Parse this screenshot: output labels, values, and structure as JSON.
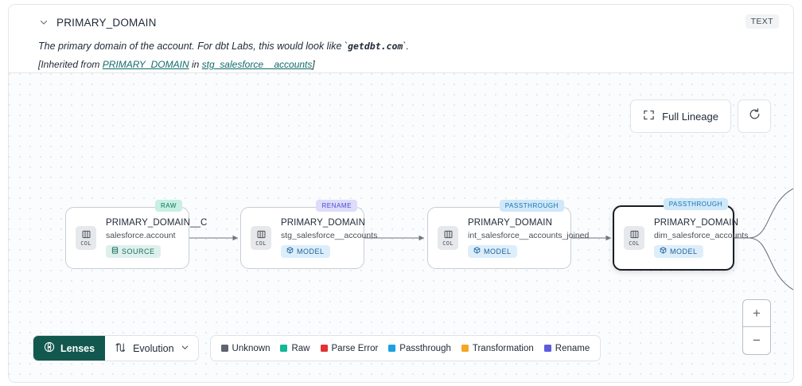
{
  "header": {
    "chevron_icon": "chevron-down-icon",
    "column_name": "PRIMARY_DOMAIN",
    "type_badge": "TEXT",
    "description_prefix": "The primary domain of the account. For dbt Labs, this would look like `",
    "description_code": "getdbt.com",
    "description_suffix": "`.",
    "inherited_prefix": "[Inherited from ",
    "inherited_link": "PRIMARY_DOMAIN",
    "inherited_mid": " in ",
    "inherited_source": "stg_salesforce__accounts",
    "inherited_suffix": "]"
  },
  "controls": {
    "full_lineage_label": "Full Lineage",
    "full_lineage_icon": "expand-icon",
    "refresh_icon": "refresh-icon",
    "zoom_in": "+",
    "zoom_out": "−"
  },
  "graph": {
    "nodes": [
      {
        "pill": "RAW",
        "pill_kind": "raw",
        "chip_label": "COL",
        "chip_icon": "column-icon",
        "title": "PRIMARY_DOMAIN__C",
        "subtitle": "salesforce.account",
        "tag": "SOURCE",
        "tag_kind": "source",
        "tag_icon": "database-icon",
        "selected": false
      },
      {
        "pill": "RENAME",
        "pill_kind": "ren",
        "chip_label": "COL",
        "chip_icon": "column-icon",
        "title": "PRIMARY_DOMAIN",
        "subtitle": "stg_salesforce__accounts",
        "tag": "MODEL",
        "tag_kind": "model",
        "tag_icon": "cube-icon",
        "selected": false
      },
      {
        "pill": "PASSTHROUGH",
        "pill_kind": "pass",
        "chip_label": "COL",
        "chip_icon": "column-icon",
        "title": "PRIMARY_DOMAIN",
        "subtitle": "int_salesforce__accounts_joined",
        "tag": "MODEL",
        "tag_kind": "model",
        "tag_icon": "cube-icon",
        "selected": false
      },
      {
        "pill": "PASSTHROUGH",
        "pill_kind": "pass",
        "chip_label": "COL",
        "chip_icon": "column-icon",
        "title": "PRIMARY_DOMAIN",
        "subtitle": "dim_salesforce_accounts",
        "tag": "MODEL",
        "tag_kind": "model",
        "tag_icon": "cube-icon",
        "selected": true
      }
    ]
  },
  "bottom": {
    "lenses_label": "Lenses",
    "lenses_icon": "lens-icon",
    "evolution_label": "Evolution",
    "evolution_icon": "evolution-icon",
    "evolution_chevron": "chevron-down-icon",
    "legend": [
      {
        "label": "Unknown",
        "color": "#5d646d"
      },
      {
        "label": "Raw",
        "color": "#12b796"
      },
      {
        "label": "Parse Error",
        "color": "#e03434"
      },
      {
        "label": "Passthrough",
        "color": "#1da1e0"
      },
      {
        "label": "Transformation",
        "color": "#f5a623"
      },
      {
        "label": "Rename",
        "color": "#5b5bdc"
      }
    ]
  }
}
